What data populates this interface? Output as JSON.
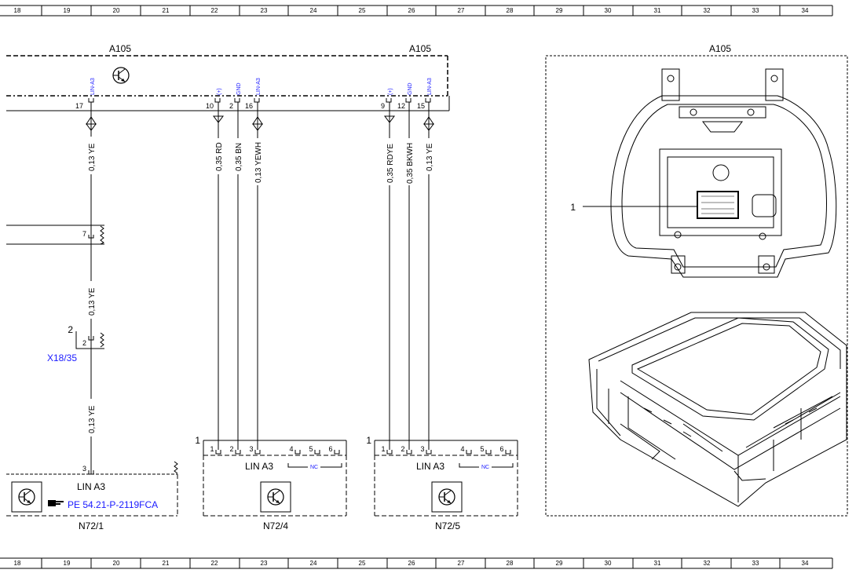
{
  "grid": {
    "columns": [
      "18",
      "19",
      "20",
      "21",
      "22",
      "23",
      "24",
      "25",
      "26",
      "27",
      "28",
      "29",
      "30",
      "31",
      "32",
      "33",
      "34"
    ]
  },
  "components": {
    "a105_left": "A105",
    "a105_mid": "A105",
    "a105_photo": "A105",
    "photo_callout": "1"
  },
  "pins": {
    "p17": "17",
    "p10": "10",
    "p2": "2",
    "p16": "16",
    "p9": "9",
    "p12": "12",
    "p15": "15"
  },
  "signals": {
    "lin_a3_a": "LIN-A3",
    "plus_a": "(+)",
    "gnd_a": "GND",
    "lin_a3_b": "LIN-A3",
    "plus_b": "(+)",
    "gnd_b": "GND",
    "lin_a3_c": "LIN-A3"
  },
  "wires": {
    "w1_top": "0,13 YE",
    "w1_mid": "0,13 YE",
    "w1_bot": "0,13 YE",
    "w10": "0,35 RD",
    "w2": "0,35 BN",
    "w16": "0,13 YEWH",
    "w9": "0,35 RDYE",
    "w12": "0,35 BKWH",
    "w15": "0,13 YE"
  },
  "splice": {
    "pin7": "7",
    "x18_pin_outer": "2",
    "x18_pin_inner": "2",
    "x18_name": "X18/35"
  },
  "n72_1": {
    "pin": "3",
    "label": "LIN A3",
    "ref": "PE 54.21-P-2119FCA",
    "name": "N72/1"
  },
  "n72_4": {
    "callout": "1",
    "pins": [
      "1",
      "2",
      "3",
      "4",
      "5",
      "6"
    ],
    "label": "LIN A3",
    "nc": "NC",
    "name": "N72/4"
  },
  "n72_5": {
    "callout": "1",
    "pins": [
      "1",
      "2",
      "3",
      "4",
      "5",
      "6"
    ],
    "label": "LIN A3",
    "nc": "NC",
    "name": "N72/5"
  }
}
